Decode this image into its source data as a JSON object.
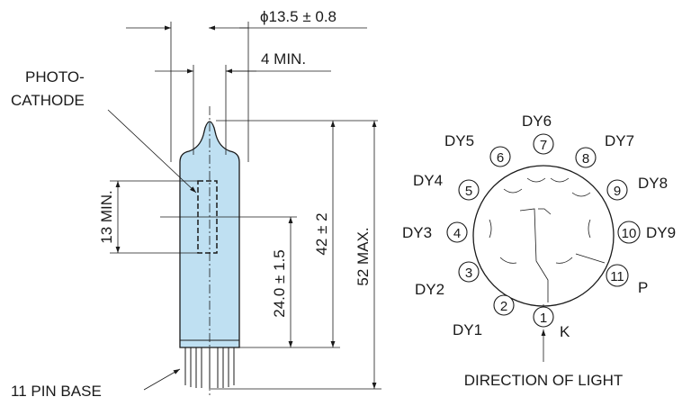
{
  "dimensions": {
    "diameter": "ϕ13.5 ± 0.8",
    "pin_length": "4 MIN.",
    "cathode_height": "13 MIN.",
    "cathode_position": "24.0 ± 1.5",
    "seated_length": "42 ± 2",
    "max_length": "52 MAX."
  },
  "labels": {
    "photocathode_line1": "PHOTO-",
    "photocathode_line2": "CATHODE",
    "pin_base": "11 PIN BASE",
    "direction_of_light": "DIRECTION OF LIGHT"
  },
  "pins": [
    {
      "num": "1",
      "name": "K"
    },
    {
      "num": "2",
      "name": "DY1"
    },
    {
      "num": "3",
      "name": "DY2"
    },
    {
      "num": "4",
      "name": "DY3"
    },
    {
      "num": "5",
      "name": "DY4"
    },
    {
      "num": "6",
      "name": "DY5"
    },
    {
      "num": "7",
      "name": "DY6"
    },
    {
      "num": "8",
      "name": "DY7"
    },
    {
      "num": "9",
      "name": "DY8"
    },
    {
      "num": "10",
      "name": "DY9"
    },
    {
      "num": "11",
      "name": "P"
    }
  ],
  "colors": {
    "tube_fill": "#bfe0f2",
    "line": "#1a1a1a"
  }
}
